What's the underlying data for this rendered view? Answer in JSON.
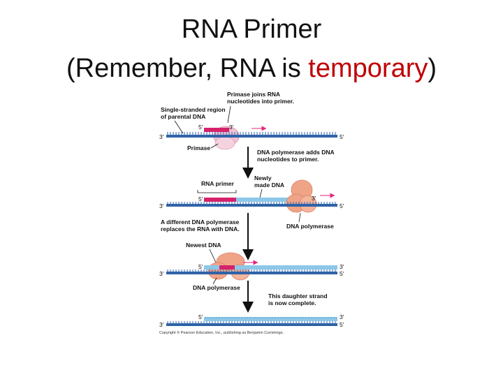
{
  "slide": {
    "title_line1": "RNA Primer",
    "title_line2_prefix": "(Remember, RNA is ",
    "title_line2_highlight": "temporary",
    "title_line2_suffix": ")"
  },
  "colors": {
    "highlight": "#c00000",
    "dna_strand": "#2f63a8",
    "new_dna": "#8cc7e8",
    "rna_primer": "#d6226b",
    "primase": "#f2c3d4",
    "polymerase": "#f0a487",
    "arrow_pink": "#e8237d"
  },
  "diagram": {
    "labels": {
      "primase_joins_1": "Primase joins RNA",
      "primase_joins_2": "nucleotides into primer.",
      "single_stranded_1": "Single-stranded region",
      "single_stranded_2": "of parental DNA",
      "primase": "Primase",
      "dna_pol_adds_1": "DNA polymerase adds DNA",
      "dna_pol_adds_2": "nucleotides to primer.",
      "newly_made_1": "Newly",
      "newly_made_2": "made DNA",
      "rna_primer": "RNA primer",
      "different_pol_1": "A different DNA polymerase",
      "different_pol_2": "replaces the RNA with DNA.",
      "dna_polymerase_2": "DNA polymerase",
      "newest_dna": "Newest DNA",
      "dna_polymerase_3": "DNA polymerase",
      "complete_1": "This daughter strand",
      "complete_2": "is now complete.",
      "copyright": "Copyright © Pearson Education, Inc., publishing as Benjamin Cummings."
    },
    "ends": {
      "five": "5′",
      "three": "3′"
    }
  }
}
